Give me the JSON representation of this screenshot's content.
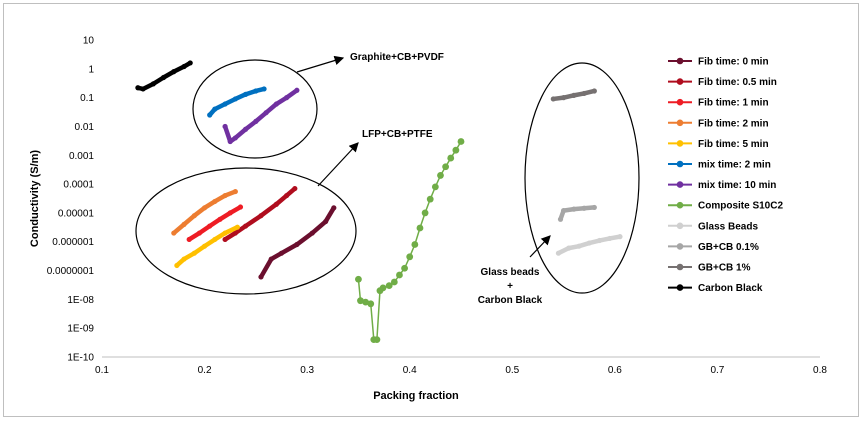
{
  "chart_data": {
    "type": "scatter",
    "xlabel": "Packing fraction",
    "ylabel": "Conductivity (S/m)",
    "xlim": [
      0.1,
      0.8
    ],
    "ylim": [
      1e-10,
      10
    ],
    "yscale": "log",
    "x_ticks": [
      "0.1",
      "0.2",
      "0.3",
      "0.4",
      "0.5",
      "0.6",
      "0.7",
      "0.8"
    ],
    "y_ticks": [
      "10",
      "1",
      "0.1",
      "0.01",
      "0.001",
      "0.0001",
      "0.00001",
      "0.000001",
      "0.0000001",
      "1E-08",
      "1E-09",
      "1E-10"
    ],
    "legend_position": "right",
    "annotations": [
      {
        "text": "Graphite+CB+PVDF"
      },
      {
        "text": "LFP+CB+PTFE"
      },
      {
        "text_lines": [
          "Glass beads",
          "+",
          "Carbon Black"
        ]
      }
    ],
    "series": [
      {
        "name": "Fib time: 0 min",
        "color": "#6b0f2e",
        "x": [
          0.255,
          0.265,
          0.275,
          0.29,
          0.305,
          0.318,
          0.326
        ],
        "y": [
          6e-08,
          2.5e-07,
          4e-07,
          8e-07,
          2e-06,
          5e-06,
          1.5e-05
        ]
      },
      {
        "name": "Fib time: 0.5 min",
        "color": "#b00d1e",
        "x": [
          0.22,
          0.23,
          0.24,
          0.255,
          0.27,
          0.28,
          0.288
        ],
        "y": [
          1.2e-06,
          2e-06,
          3.5e-06,
          8e-06,
          2e-05,
          4e-05,
          7e-05
        ]
      },
      {
        "name": "Fib time: 1 min",
        "color": "#ee1c24",
        "x": [
          0.185,
          0.195,
          0.205,
          0.215,
          0.225,
          0.235
        ],
        "y": [
          1.2e-06,
          2e-06,
          3.5e-06,
          6e-06,
          1e-05,
          1.6e-05
        ]
      },
      {
        "name": "Fib time: 2 min",
        "color": "#ed7d31",
        "x": [
          0.17,
          0.18,
          0.19,
          0.2,
          0.21,
          0.22,
          0.23
        ],
        "y": [
          2e-06,
          4e-06,
          8e-06,
          1.5e-05,
          2.5e-05,
          4e-05,
          5.5e-05
        ]
      },
      {
        "name": "Fib time: 5 min",
        "color": "#ffc000",
        "x": [
          0.173,
          0.18,
          0.19,
          0.2,
          0.21,
          0.22,
          0.232
        ],
        "y": [
          1.5e-07,
          2.5e-07,
          4e-07,
          7e-07,
          1.2e-06,
          2e-06,
          3.2e-06
        ]
      },
      {
        "name": "mix time: 2 min",
        "color": "#0070c0",
        "x": [
          0.205,
          0.21,
          0.22,
          0.23,
          0.24,
          0.25,
          0.258
        ],
        "y": [
          0.025,
          0.04,
          0.06,
          0.09,
          0.13,
          0.17,
          0.2
        ]
      },
      {
        "name": "mix time: 10 min",
        "color": "#7030a0",
        "x": [
          0.22,
          0.225,
          0.23,
          0.24,
          0.25,
          0.26,
          0.27,
          0.28,
          0.29
        ],
        "y": [
          0.01,
          0.003,
          0.004,
          0.008,
          0.015,
          0.03,
          0.06,
          0.1,
          0.18
        ]
      },
      {
        "name": "Composite S10C2",
        "color": "#70ad47",
        "x": [
          0.35,
          0.352,
          0.357,
          0.362,
          0.365,
          0.368,
          0.371,
          0.374,
          0.38,
          0.385,
          0.39,
          0.395,
          0.4,
          0.405,
          0.41,
          0.415,
          0.42,
          0.425,
          0.43,
          0.435,
          0.44,
          0.445,
          0.45
        ],
        "y": [
          5e-08,
          9e-09,
          8e-09,
          7e-09,
          4e-10,
          4e-10,
          2e-08,
          2.5e-08,
          3e-08,
          4e-08,
          7e-08,
          1.2e-07,
          3e-07,
          8e-07,
          3e-06,
          1e-05,
          3e-05,
          8e-05,
          0.0002,
          0.0004,
          0.0008,
          0.0015,
          0.003
        ]
      },
      {
        "name": "Glass Beads",
        "color": "#d0d0d0",
        "x": [
          0.545,
          0.555,
          0.565,
          0.575,
          0.585,
          0.595,
          0.605
        ],
        "y": [
          4e-07,
          6e-07,
          7e-07,
          9e-07,
          1.1e-06,
          1.3e-06,
          1.5e-06
        ]
      },
      {
        "name": "GB+CB 0.1%",
        "color": "#a6a6a6",
        "x": [
          0.547,
          0.55,
          0.56,
          0.57,
          0.58
        ],
        "y": [
          6e-06,
          1.2e-05,
          1.35e-05,
          1.45e-05,
          1.55e-05
        ]
      },
      {
        "name": "GB+CB 1%",
        "color": "#767171",
        "x": [
          0.54,
          0.55,
          0.56,
          0.57,
          0.58
        ],
        "y": [
          0.09,
          0.1,
          0.12,
          0.14,
          0.17
        ]
      },
      {
        "name": "Carbon Black",
        "color": "#000000",
        "x": [
          0.135,
          0.14,
          0.15,
          0.16,
          0.17,
          0.18,
          0.186
        ],
        "y": [
          0.22,
          0.2,
          0.3,
          0.5,
          0.8,
          1.2,
          1.6
        ]
      }
    ]
  }
}
